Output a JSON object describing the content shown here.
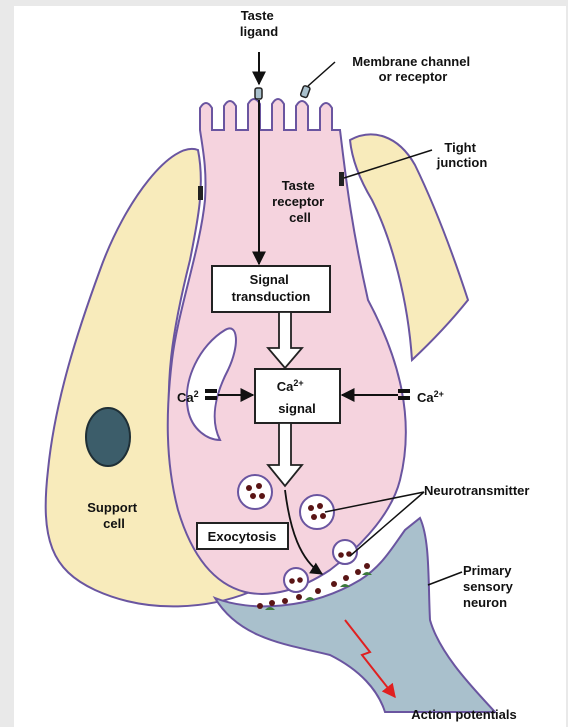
{
  "labels": {
    "taste_ligand": [
      "Taste",
      "ligand"
    ],
    "membrane_channel": [
      "Membrane channel",
      "or receptor"
    ],
    "tight_junction": [
      "Tight",
      "junction"
    ],
    "taste_receptor_cell": [
      "Taste",
      "receptor",
      "cell"
    ],
    "signal_transduction": [
      "Signal",
      "transduction"
    ],
    "ca_signal": [
      "Ca",
      "signal"
    ],
    "ca_left": "Ca",
    "ca_right": "Ca",
    "ca_superscript": "2+",
    "ca_left_superscript": "2",
    "neurotransmitter": "Neurotransmitter",
    "support_cell": [
      "Support",
      "cell"
    ],
    "exocytosis": "Exocytosis",
    "primary_sensory_neuron": [
      "Primary",
      "sensory",
      "neuron"
    ],
    "action_potentials": "Action potentials"
  },
  "colors": {
    "background": "#e9e9e9",
    "panel": "#ffffff",
    "receptor_cell": "#f5d3de",
    "support_cell": "#f8ebbb",
    "cell_outline": "#6a55a0",
    "nucleus": "#3c5d6a",
    "neuron": "#a9c0cc",
    "action_potential": "#e02020",
    "vesicle_dot": "#5a1515"
  }
}
